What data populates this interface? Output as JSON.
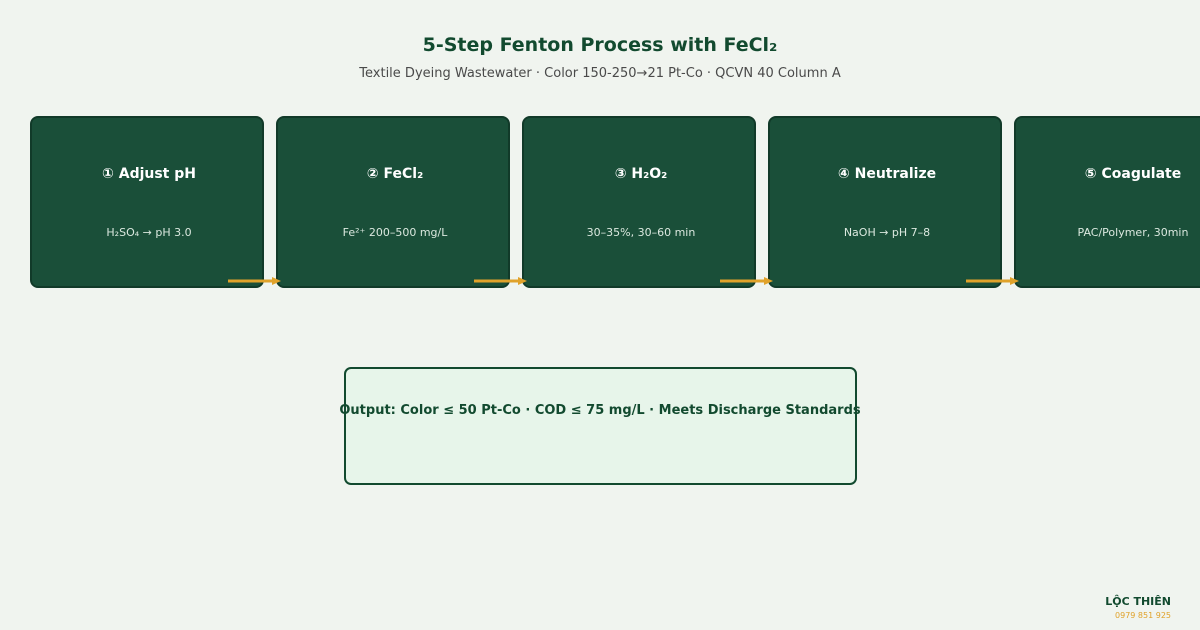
{
  "header": {
    "title": "5-Step Fenton Process with FeCl₂",
    "subtitle": "Textile Dyeing Wastewater · Color 150-250→21 Pt-Co · QCVN 40 Column A"
  },
  "steps": [
    {
      "title": "① Adjust pH",
      "detail": "H₂SO₄ → pH 3.0"
    },
    {
      "title": "② FeCl₂",
      "detail": "Fe²⁺ 200–500 mg/L"
    },
    {
      "title": "③ H₂O₂",
      "detail": "30–35%, 30–60 min"
    },
    {
      "title": "④ Neutralize",
      "detail": "NaOH → pH 7–8"
    },
    {
      "title": "⑤ Coagulate",
      "detail": "PAC/Polymer, 30min"
    }
  ],
  "output": {
    "text": "Output: Color ≤ 50 Pt-Co · COD ≤ 75 mg/L · Meets Discharge Standards"
  },
  "footer": {
    "brand": "LỘC THIÊN",
    "phone": "0979 851 925"
  },
  "colors": {
    "step_fill": "#1a4f39",
    "step_border": "#113a29",
    "arrow": "#e0a22a",
    "output_fill": "#e7f5ea",
    "accent": "#124a2f",
    "background": "#f0f4ef"
  }
}
